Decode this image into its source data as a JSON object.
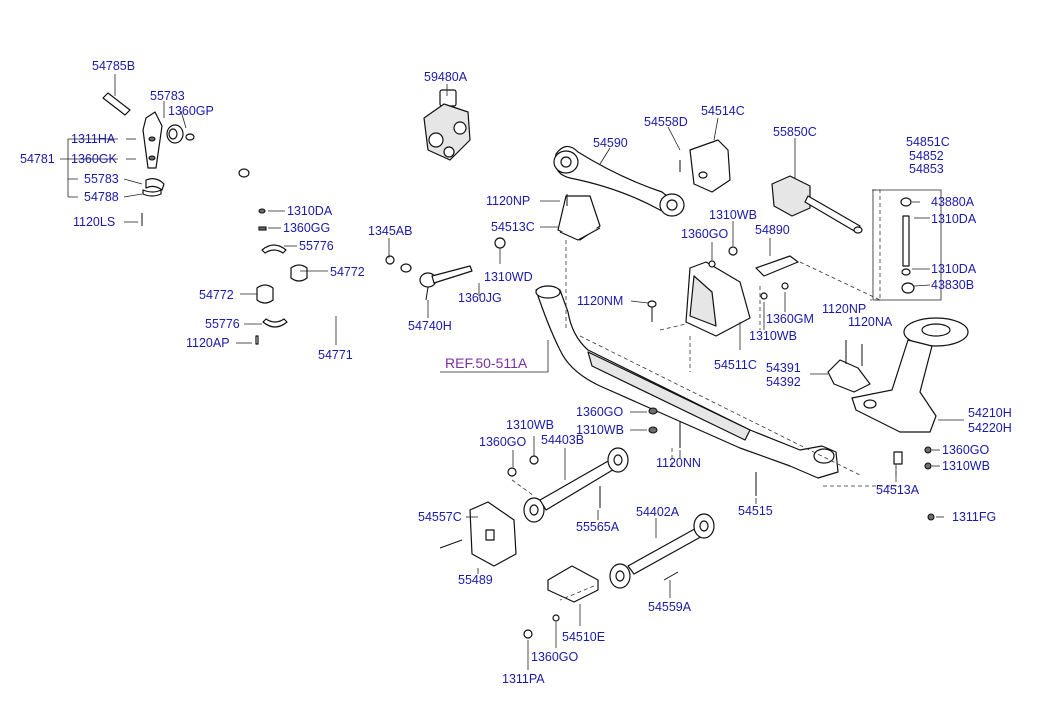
{
  "colors": {
    "label": "#1a1aa8",
    "reference": "#7a2fa0",
    "line": "#111111",
    "background": "#ffffff"
  },
  "reference_label": "REF.50-511A",
  "part_labels": {
    "p54785B": "54785B",
    "p55783a": "55783",
    "p1360GPa": "1360GP",
    "p1311HA": "1311HA",
    "p54781": "54781",
    "p1360GK": "1360GK",
    "p55783b": "55783",
    "p54788": "54788",
    "p1120LS": "1120LS",
    "p59480A": "59480A",
    "p1310DAa": "1310DA",
    "p1360GG": "1360GG",
    "p55776a": "55776",
    "p1345AB": "1345AB",
    "p54772a": "54772",
    "p1310WDa": "1310WD",
    "p1360JG": "1360JG",
    "p54772b": "54772",
    "p54740H": "54740H",
    "p55776b": "55776",
    "p1120AP": "1120AP",
    "p54771": "54771",
    "p54590": "54590",
    "p54558D": "54558D",
    "p54514C": "54514C",
    "p55850C": "55850C",
    "p54851C": "54851C",
    "p54852": "54852",
    "p54853": "54853",
    "p1120NPa": "1120NP",
    "p54513C": "54513C",
    "p1310WBa": "1310WB",
    "p1360GOa": "1360GO",
    "p54890": "54890",
    "p43880A": "43880A",
    "p1310DAb": "1310DA",
    "p1310DAc": "1310DA",
    "p43830B": "43830B",
    "p1120NM": "1120NM",
    "p1360GM": "1360GM",
    "p1310WBb": "1310WB",
    "p1120NPb": "1120NP",
    "p1120NA": "1120NA",
    "p54511C": "54511C",
    "p54391": "54391",
    "p54392": "54392",
    "p1360GOb": "1360GO",
    "p1310WBc": "1310WB",
    "p1310WBd": "1310WB",
    "p54403B": "54403B",
    "p1360GOc": "1360GO",
    "p1120NN": "1120NN",
    "p54210H": "54210H",
    "p54220H": "54220H",
    "p1360GOd": "1360GO",
    "p1310WBe": "1310WB",
    "p54513A": "54513A",
    "p54515": "54515",
    "p55565A": "55565A",
    "p54557C": "54557C",
    "p54402A": "54402A",
    "p1311FG": "1311FG",
    "p55489": "55489",
    "p54559A": "54559A",
    "p54510E": "54510E",
    "p1360GOe": "1360GO",
    "p1311PA": "1311PA"
  }
}
